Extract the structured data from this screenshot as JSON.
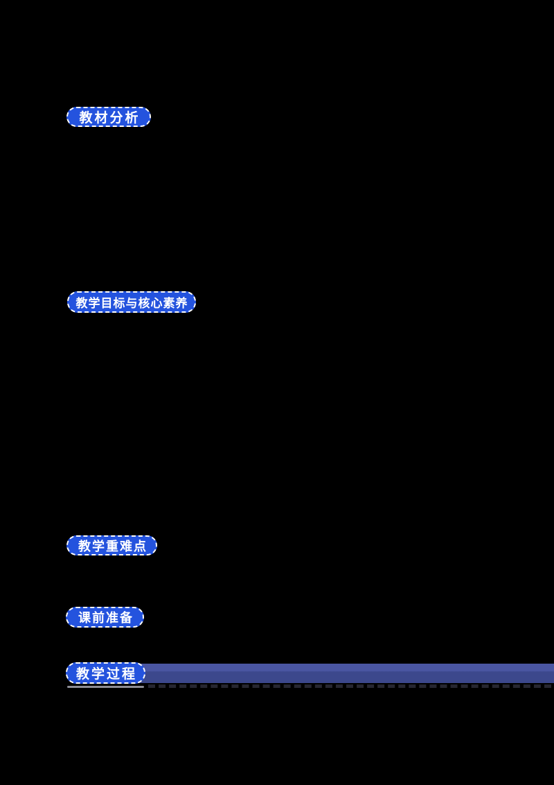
{
  "document": {
    "section_badges": [
      {
        "label": "教材分析"
      },
      {
        "label": "教学目标与核心素养"
      },
      {
        "label": "教学重难点"
      },
      {
        "label": "课前准备"
      },
      {
        "label": "教学过程"
      }
    ],
    "colors": {
      "page_background": "#000000",
      "badge_background": "#2453de",
      "badge_border": "#ffffff",
      "badge_text": "#ffffff",
      "process_bar_top": "#4a56a2",
      "process_bar_bottom": "#3c488c",
      "badge_shadow": "#8e8e97",
      "divider_dashes": "#262630"
    }
  }
}
